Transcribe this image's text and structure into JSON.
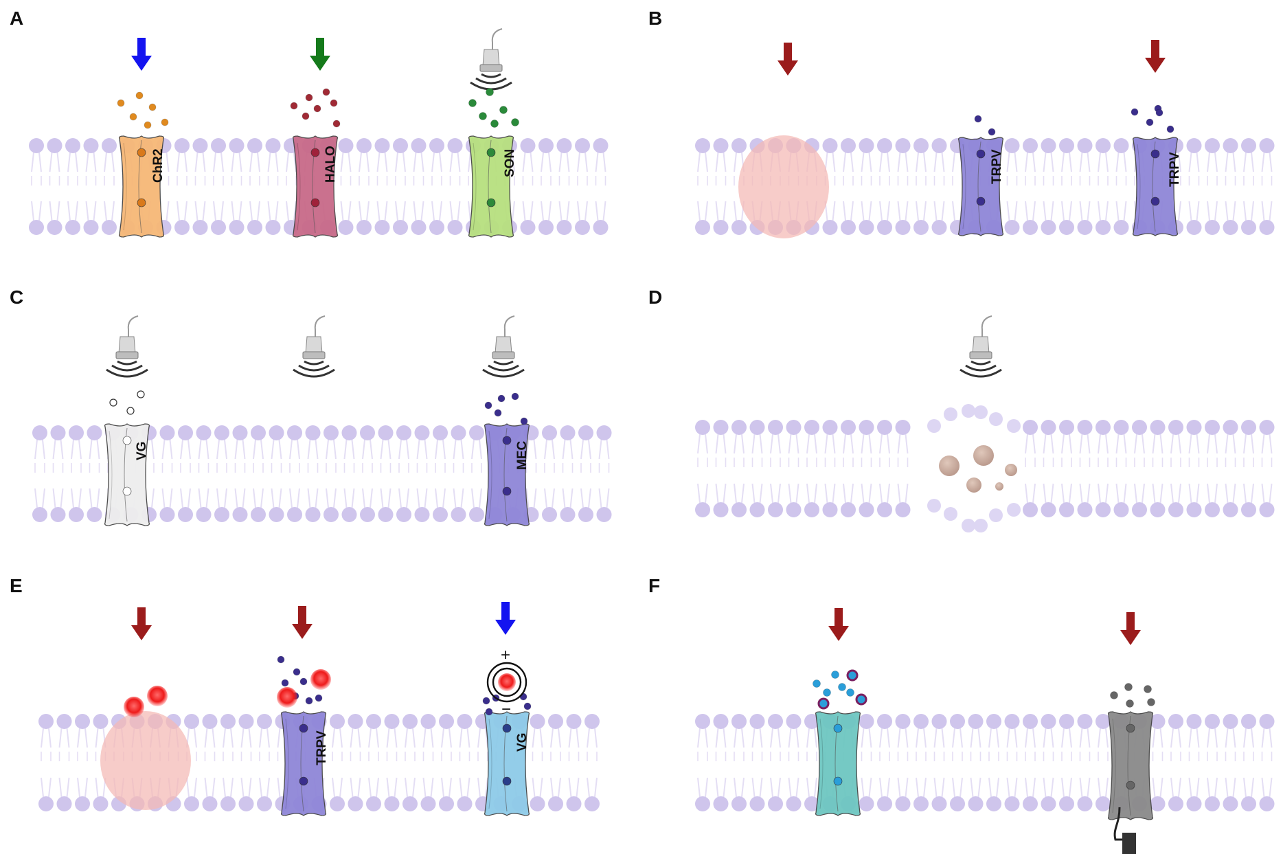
{
  "panels": [
    {
      "letter": "A",
      "channel_labels": [
        "ChR2",
        "HALO",
        "SON"
      ]
    },
    {
      "letter": "B",
      "channel_labels": [
        "TRPV",
        "TRPV"
      ]
    },
    {
      "letter": "C",
      "channel_labels": [
        "VG",
        "MEC"
      ]
    },
    {
      "letter": "D",
      "channel_labels": []
    },
    {
      "letter": "E",
      "channel_labels": [
        "TRPV",
        "VG"
      ],
      "charge_plus": "+",
      "charge_minus": "−"
    },
    {
      "letter": "F",
      "channel_labels": []
    }
  ],
  "colors": {
    "lipid_head": "#cfc5ec",
    "lipid_tail": "#e4def4",
    "arrow_blue": "#1414f0",
    "arrow_green": "#157a1b",
    "arrow_red": "#9b1c1c",
    "chr2": "#f6b877",
    "halo": "#c86a88",
    "son": "#b7e07f",
    "trpv": "#8f86d8",
    "vg_white": "#eeeeee",
    "mec": "#8f86d8",
    "vg_blue": "#8ecbe8",
    "teal": "#6ec7c1",
    "gray_channel": "#8a8a8a",
    "nanoparticle_pink": "#f4b8b4",
    "red_particle": "#ee2222"
  },
  "icons": [
    "down-arrow-icon",
    "ultrasound-transducer-icon",
    "ion-dot-icon",
    "nanoparticle-icon",
    "electrode-plug-icon"
  ]
}
